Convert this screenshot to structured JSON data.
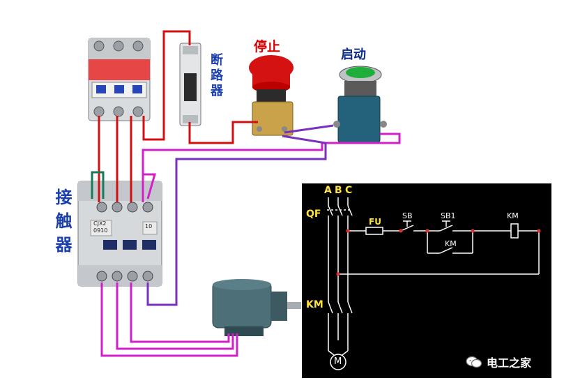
{
  "labels": {
    "stop": "停止",
    "start": "启动",
    "breaker": "断路器",
    "contactor": "接触器"
  },
  "contactor_face": {
    "model": "CJX2",
    "rating": "0910",
    "side": "10"
  },
  "schematic": {
    "phase_a": "A",
    "phase_b": "B",
    "phase_c": "C",
    "qf": "QF",
    "fu": "FU",
    "sb": "SB",
    "sb1": "SB1",
    "km_hold": "KM",
    "km_coil": "KM",
    "km_main": "KM",
    "motor": "M"
  },
  "watermark": {
    "text": "电工之家",
    "icon": "wechat-icon"
  },
  "colors": {
    "wire_red": "#d01010",
    "wire_magenta": "#d020c8",
    "wire_purple": "#7a2fbf",
    "wire_teal": "#167a5a",
    "label_blue": "#1a3fb0",
    "schematic_bg": "#000000",
    "schematic_text": "#ffe23a"
  }
}
